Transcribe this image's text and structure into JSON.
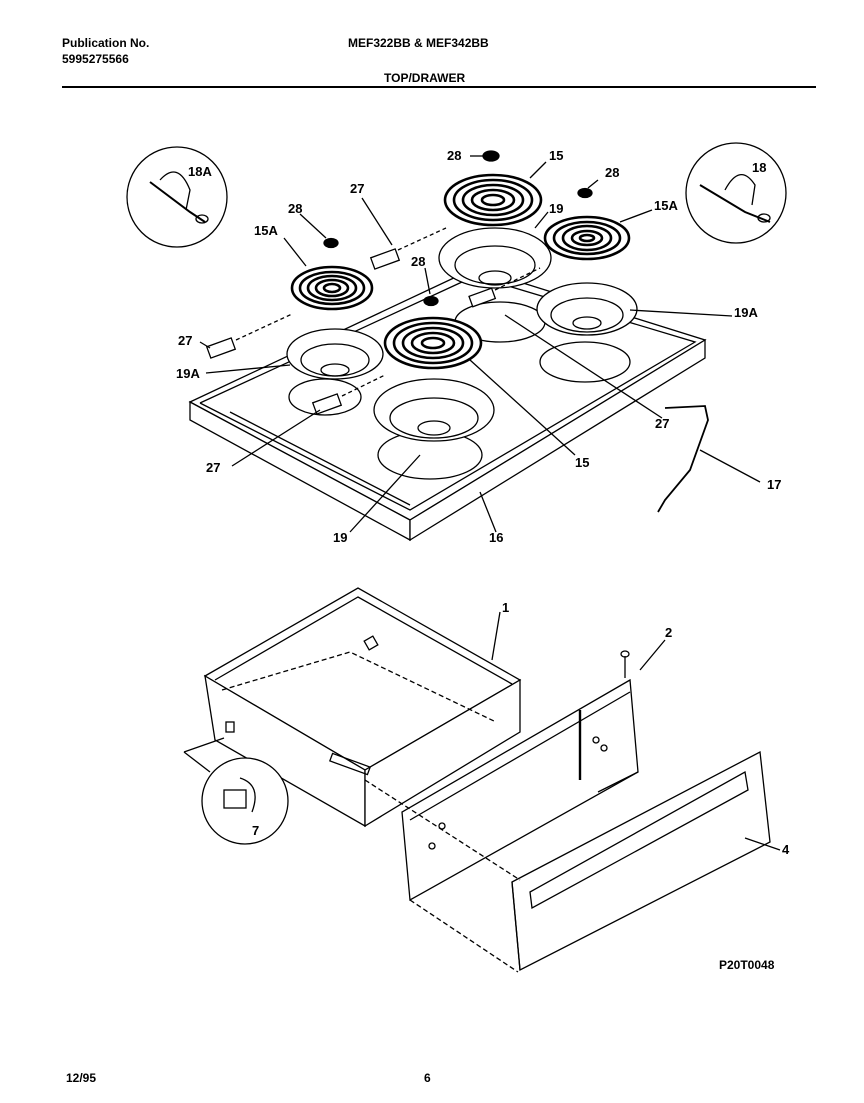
{
  "header": {
    "publication_label": "Publication No.",
    "publication_number": "5995275566",
    "models": "MEF322BB & MEF342BB",
    "section_title": "TOP/DRAWER"
  },
  "callouts": {
    "c1": "1",
    "c2": "2",
    "c4": "4",
    "c7": "7",
    "c15_top": "15",
    "c15_bottom": "15",
    "c15a_left": "15A",
    "c15a_right": "15A",
    "c16": "16",
    "c17": "17",
    "c18": "18",
    "c18a": "18A",
    "c19_top": "19",
    "c19_bottom": "19",
    "c19a_left": "19A",
    "c19a_right": "19A",
    "c27_top": "27",
    "c27_left": "27",
    "c27_lower": "27",
    "c27_right": "27",
    "c28_top": "28",
    "c28_right": "28",
    "c28_left": "28",
    "c28_mid": "28"
  },
  "drawing_number": "P20T0048",
  "footer": {
    "date": "12/95",
    "page": "6"
  }
}
